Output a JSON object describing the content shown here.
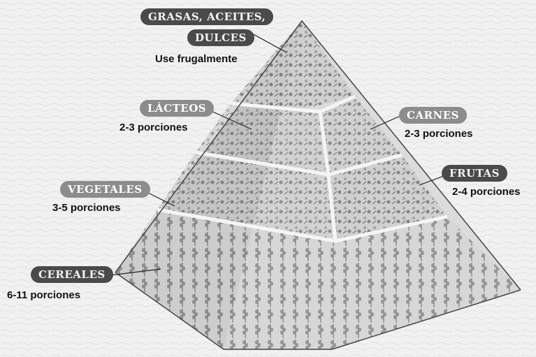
{
  "labels": {
    "grasas_line1": "GRASAS, ACEITES,",
    "grasas_line2": "DULCES",
    "grasas_portion": "Use frugalmente",
    "lacteos": "LÁCTEOS",
    "lacteos_portion": "2-3 porciones",
    "carnes": "CARNES",
    "carnes_portion": "2-3 porciones",
    "frutas": "FRUTAS",
    "frutas_portion": "2-4 porciones",
    "vegetales": "VEGETALES",
    "vegetales_portion": "3-5 porciones",
    "cereales": "CEREALES",
    "cereales_portion": "6-11 porciones"
  },
  "colors": {
    "dark_pill": "#4a4a4a",
    "light_pill": "#8c8c8c",
    "pyramid_face": "#d9d9d9",
    "pyramid_side": "#7a7a7a"
  }
}
